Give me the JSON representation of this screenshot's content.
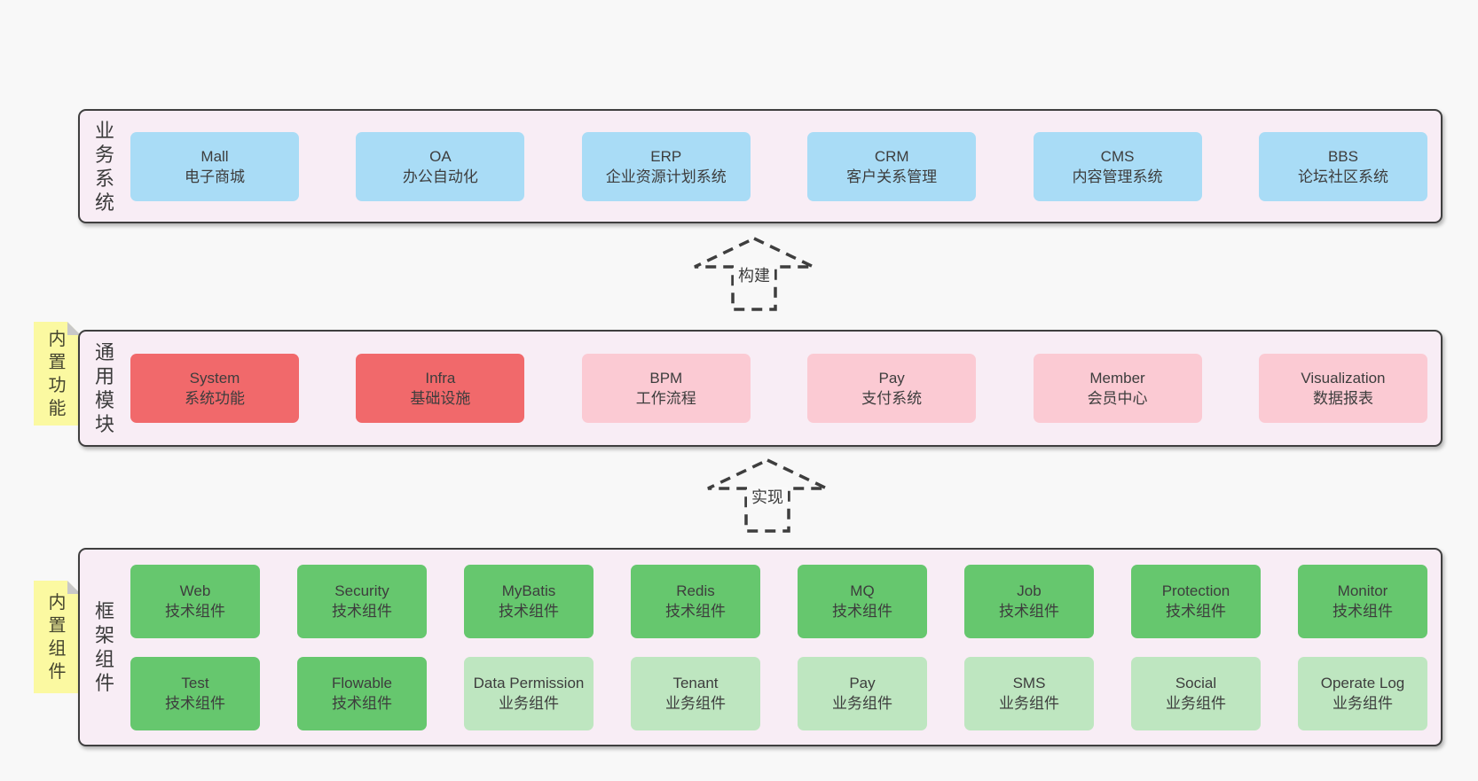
{
  "diagram": {
    "arrows": [
      {
        "label": "构建"
      },
      {
        "label": "实现"
      }
    ],
    "layers": [
      {
        "side_label": "业务系统",
        "boxes": [
          {
            "title": "Mall",
            "subtitle": "电子商城",
            "color": "blue"
          },
          {
            "title": "OA",
            "subtitle": "办公自动化",
            "color": "blue"
          },
          {
            "title": "ERP",
            "subtitle": "企业资源计划系统",
            "color": "blue"
          },
          {
            "title": "CRM",
            "subtitle": "客户关系管理",
            "color": "blue"
          },
          {
            "title": "CMS",
            "subtitle": "内容管理系统",
            "color": "blue"
          },
          {
            "title": "BBS",
            "subtitle": "论坛社区系统",
            "color": "blue"
          }
        ]
      },
      {
        "side_label": "通用模块",
        "tag": "内置功能",
        "boxes": [
          {
            "title": "System",
            "subtitle": "系统功能",
            "color": "red"
          },
          {
            "title": "Infra",
            "subtitle": "基础设施",
            "color": "red"
          },
          {
            "title": "BPM",
            "subtitle": "工作流程",
            "color": "pink"
          },
          {
            "title": "Pay",
            "subtitle": "支付系统",
            "color": "pink"
          },
          {
            "title": "Member",
            "subtitle": "会员中心",
            "color": "pink"
          },
          {
            "title": "Visualization",
            "subtitle": "数据报表",
            "color": "pink"
          }
        ]
      },
      {
        "side_label": "框架组件",
        "tag": "内置组件",
        "rows": [
          [
            {
              "title": "Web",
              "subtitle": "技术组件",
              "color": "green"
            },
            {
              "title": "Security",
              "subtitle": "技术组件",
              "color": "green"
            },
            {
              "title": "MyBatis",
              "subtitle": "技术组件",
              "color": "green"
            },
            {
              "title": "Redis",
              "subtitle": "技术组件",
              "color": "green"
            },
            {
              "title": "MQ",
              "subtitle": "技术组件",
              "color": "green"
            },
            {
              "title": "Job",
              "subtitle": "技术组件",
              "color": "green"
            },
            {
              "title": "Protection",
              "subtitle": "技术组件",
              "color": "green"
            },
            {
              "title": "Monitor",
              "subtitle": "技术组件",
              "color": "green"
            }
          ],
          [
            {
              "title": "Test",
              "subtitle": "技术组件",
              "color": "green"
            },
            {
              "title": "Flowable",
              "subtitle": "技术组件",
              "color": "green"
            },
            {
              "title": "Data Permission",
              "subtitle": "业务组件",
              "color": "lightgreen"
            },
            {
              "title": "Tenant",
              "subtitle": "业务组件",
              "color": "lightgreen"
            },
            {
              "title": "Pay",
              "subtitle": "业务组件",
              "color": "lightgreen"
            },
            {
              "title": "SMS",
              "subtitle": "业务组件",
              "color": "lightgreen"
            },
            {
              "title": "Social",
              "subtitle": "业务组件",
              "color": "lightgreen"
            },
            {
              "title": "Operate Log",
              "subtitle": "业务组件",
              "color": "lightgreen"
            }
          ]
        ]
      }
    ],
    "colors": {
      "page_background": "#f8f8f8",
      "container_fill": "#f8edf5",
      "container_border": "#3f3f3f",
      "business_blue": "#a9dcf6",
      "module_red": "#f1696b",
      "module_pink": "#fbcad3",
      "tech_green": "#66c76e",
      "biz_light_green": "#bee6c0",
      "tag_yellow": "#fbf9a1",
      "fold_gray": "#c8c8c8",
      "text": "#3d3d3d"
    }
  }
}
